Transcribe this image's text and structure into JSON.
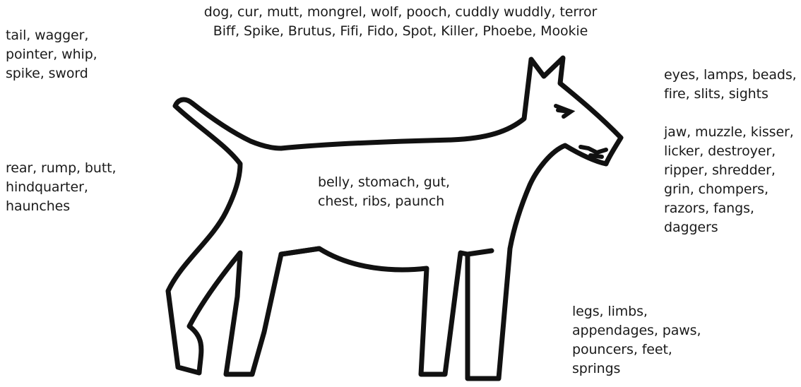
{
  "names_line1": "dog, cur, mutt, mongrel, wolf, pooch, cuddly wuddly, terror",
  "names_line2": "Biff, Spike, Brutus, Fifi, Fido, Spot, Killer, Phoebe, Mookie",
  "tail": [
    "tail, wagger,",
    "pointer, whip,",
    "spike, sword"
  ],
  "eyes": [
    "eyes, lamps, beads,",
    "fire, slits, sights"
  ],
  "jaw": [
    "jaw, muzzle, kisser,",
    "licker, destroyer,",
    "ripper, shredder,",
    "grin, chompers,",
    "razors, fangs,",
    "daggers"
  ],
  "rear": [
    "rear, rump, butt,",
    "hindquarter,",
    "haunches"
  ],
  "belly": [
    "belly, stomach, gut,",
    "chest, ribs, paunch"
  ],
  "legs": [
    "legs, limbs,",
    "appendages, paws,",
    "pouncers, feet,",
    "springs"
  ]
}
